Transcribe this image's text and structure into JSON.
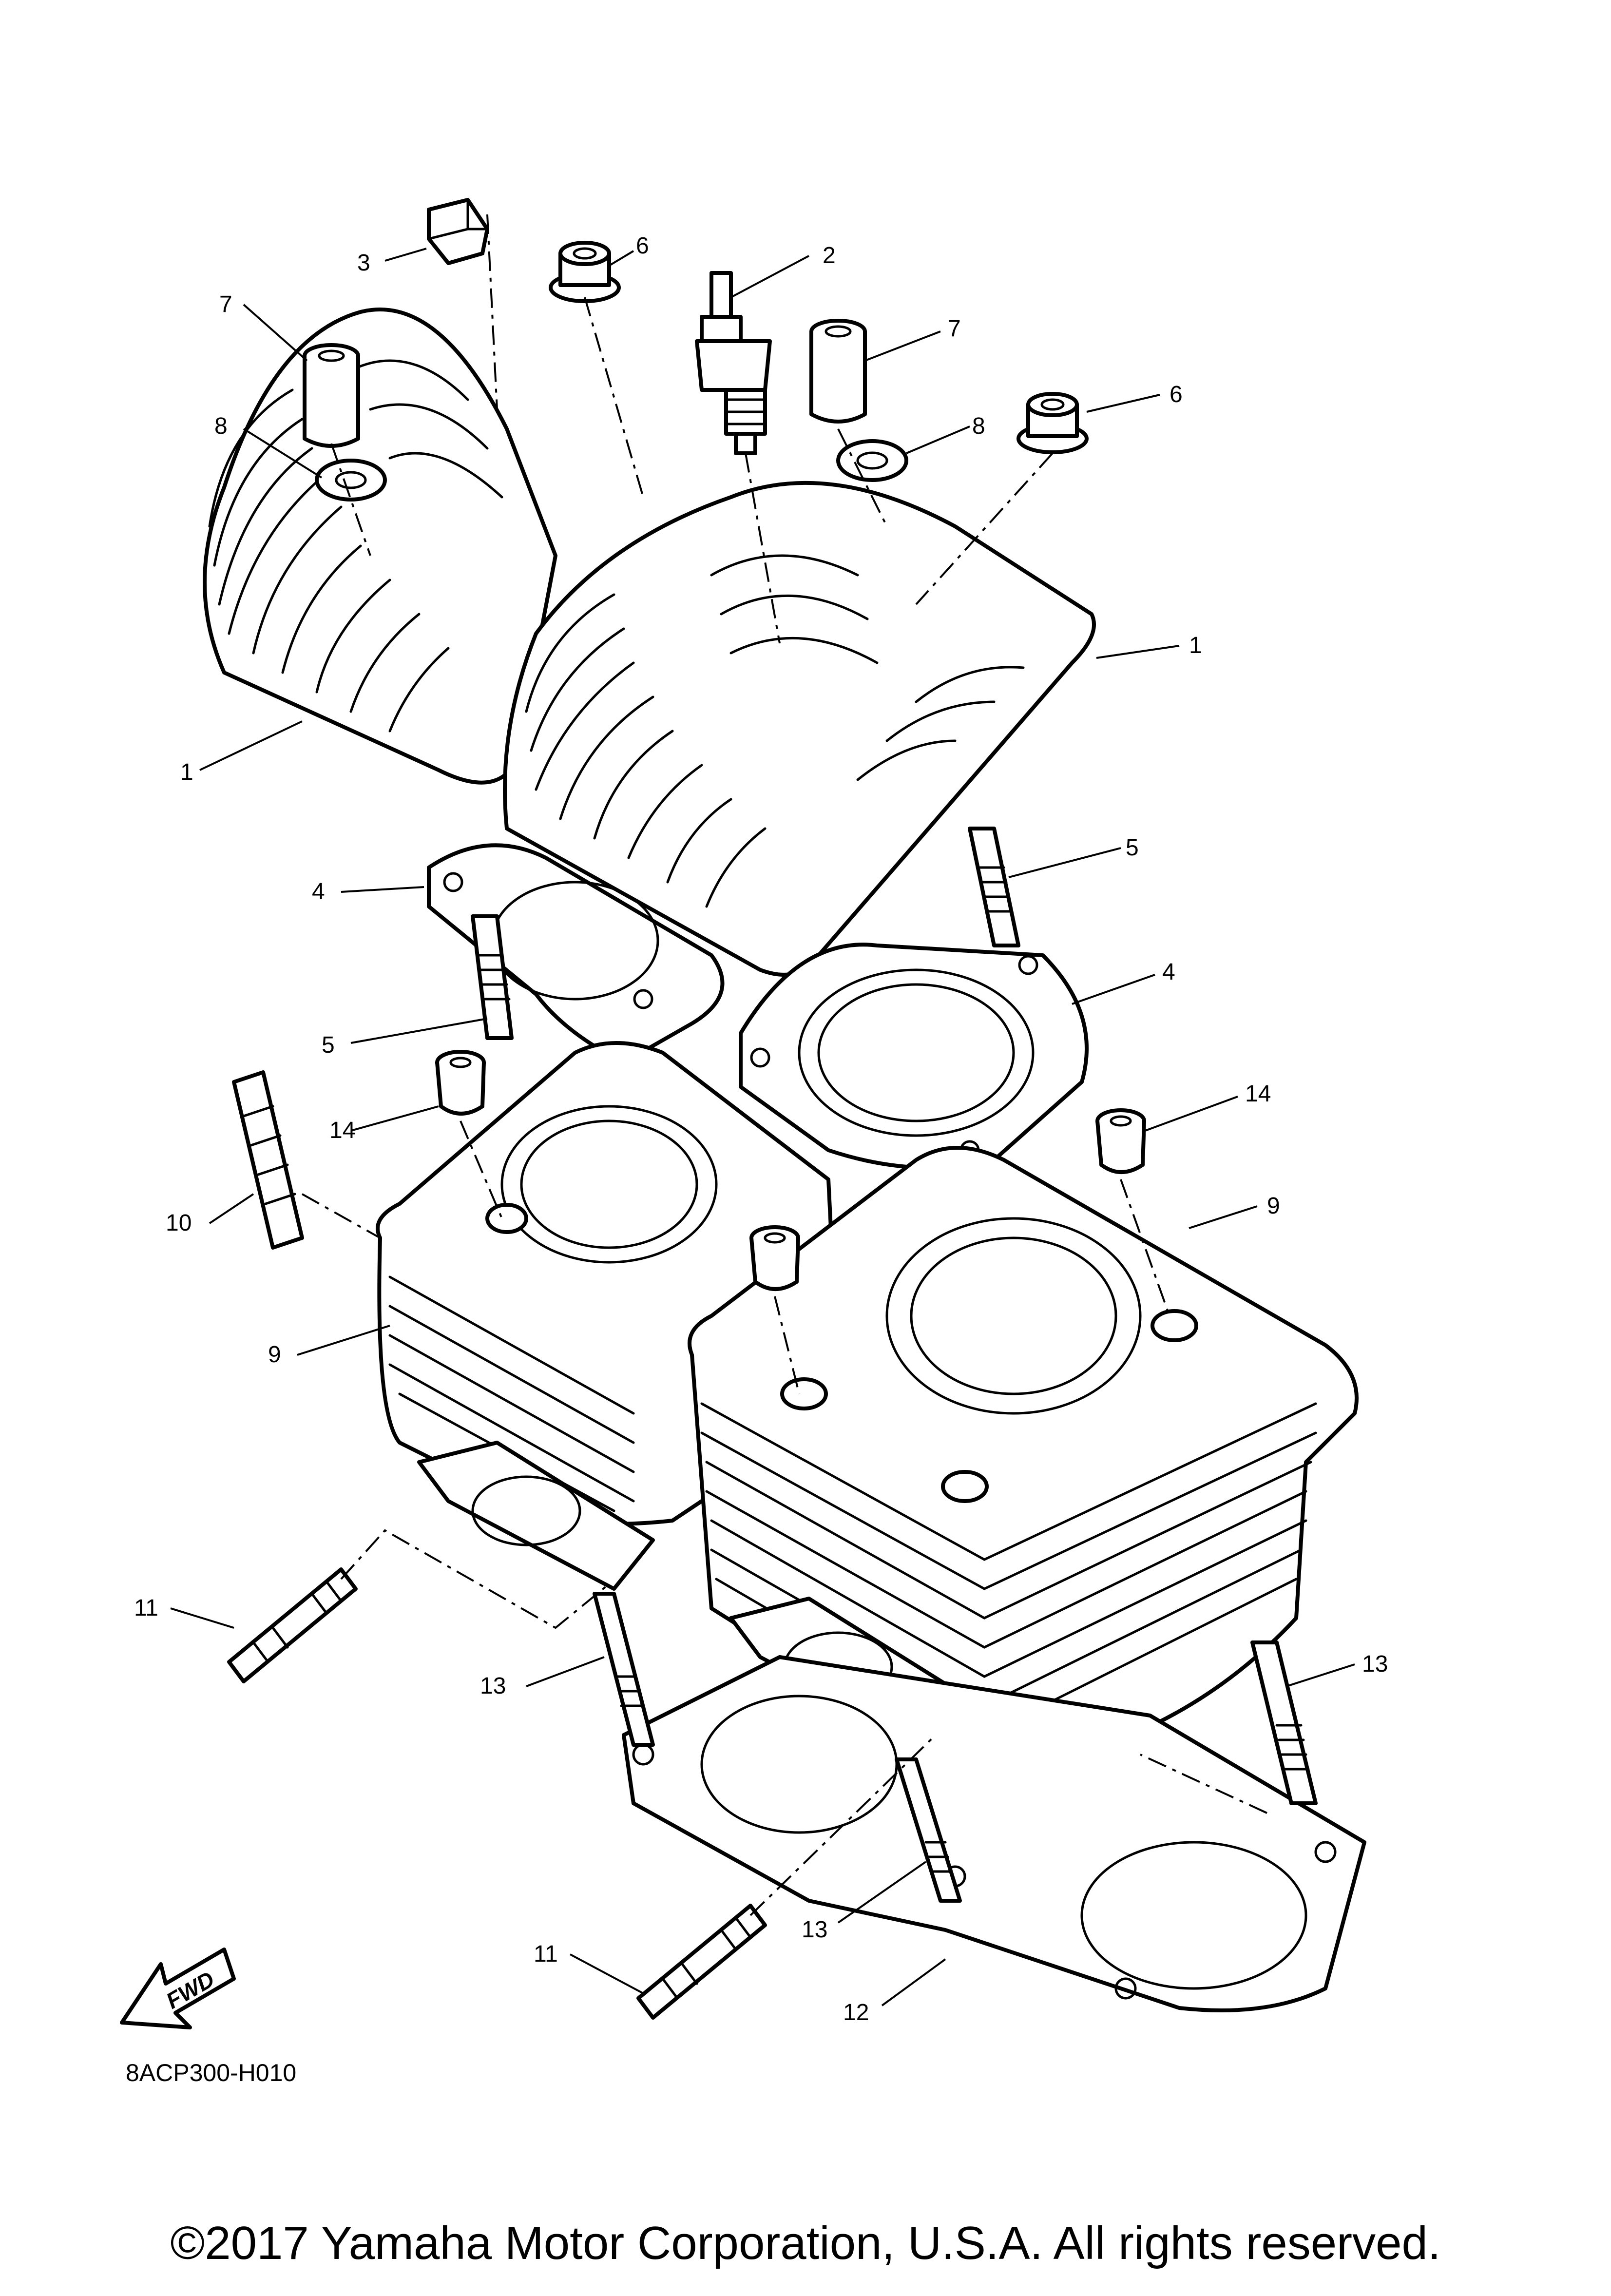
{
  "diagram": {
    "callouts": [
      {
        "id": "c3",
        "label": "3"
      },
      {
        "id": "c6a",
        "label": "6"
      },
      {
        "id": "c2",
        "label": "2"
      },
      {
        "id": "c7a",
        "label": "7"
      },
      {
        "id": "c7b",
        "label": "7"
      },
      {
        "id": "c8a",
        "label": "8"
      },
      {
        "id": "c8b",
        "label": "8"
      },
      {
        "id": "c6b",
        "label": "6"
      },
      {
        "id": "c1a",
        "label": "1"
      },
      {
        "id": "c1b",
        "label": "1"
      },
      {
        "id": "c5a",
        "label": "5"
      },
      {
        "id": "c4a",
        "label": "4"
      },
      {
        "id": "c4b",
        "label": "4"
      },
      {
        "id": "c5b",
        "label": "5"
      },
      {
        "id": "c14a",
        "label": "14"
      },
      {
        "id": "c14b",
        "label": "14"
      },
      {
        "id": "c10",
        "label": "10"
      },
      {
        "id": "c9a",
        "label": "9"
      },
      {
        "id": "c9b",
        "label": "9"
      },
      {
        "id": "c11a",
        "label": "11"
      },
      {
        "id": "c13a",
        "label": "13"
      },
      {
        "id": "c13b",
        "label": "13"
      },
      {
        "id": "c13c",
        "label": "13"
      },
      {
        "id": "c11b",
        "label": "11"
      },
      {
        "id": "c12",
        "label": "12"
      }
    ],
    "drawing_code": "8ACP300-H010",
    "fwd_label": "FWD",
    "copyright": "©2017 Yamaha Motor Corporation, U.S.A. All rights reserved."
  }
}
